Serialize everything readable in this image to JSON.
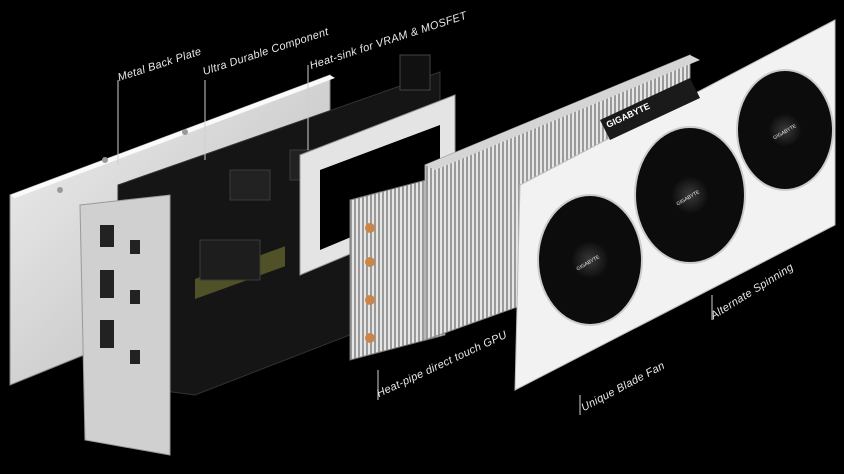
{
  "callouts": {
    "metal_back_plate": "Metal Back Plate",
    "ultra_durable": "Ultra Durable Component",
    "heatsink_vram": "Heat-sink for VRAM & MOSFET",
    "heatpipe": "Heat-pipe direct touch GPU",
    "blade_fan": "Unique Blade Fan",
    "alternate_spinning": "Alternate Spinning"
  },
  "brand": {
    "shroud_logo": "GIGABYTE",
    "fan_logo_1": "GIGABYTE",
    "fan_logo_2": "GIGABYTE",
    "fan_logo_3": "GIGABYTE"
  },
  "colors": {
    "background": "#000000",
    "plate": "#d9d9d9",
    "pcb": "#1a1a1a",
    "copper": "#c8864a",
    "shroud": "#f2f2f2"
  }
}
